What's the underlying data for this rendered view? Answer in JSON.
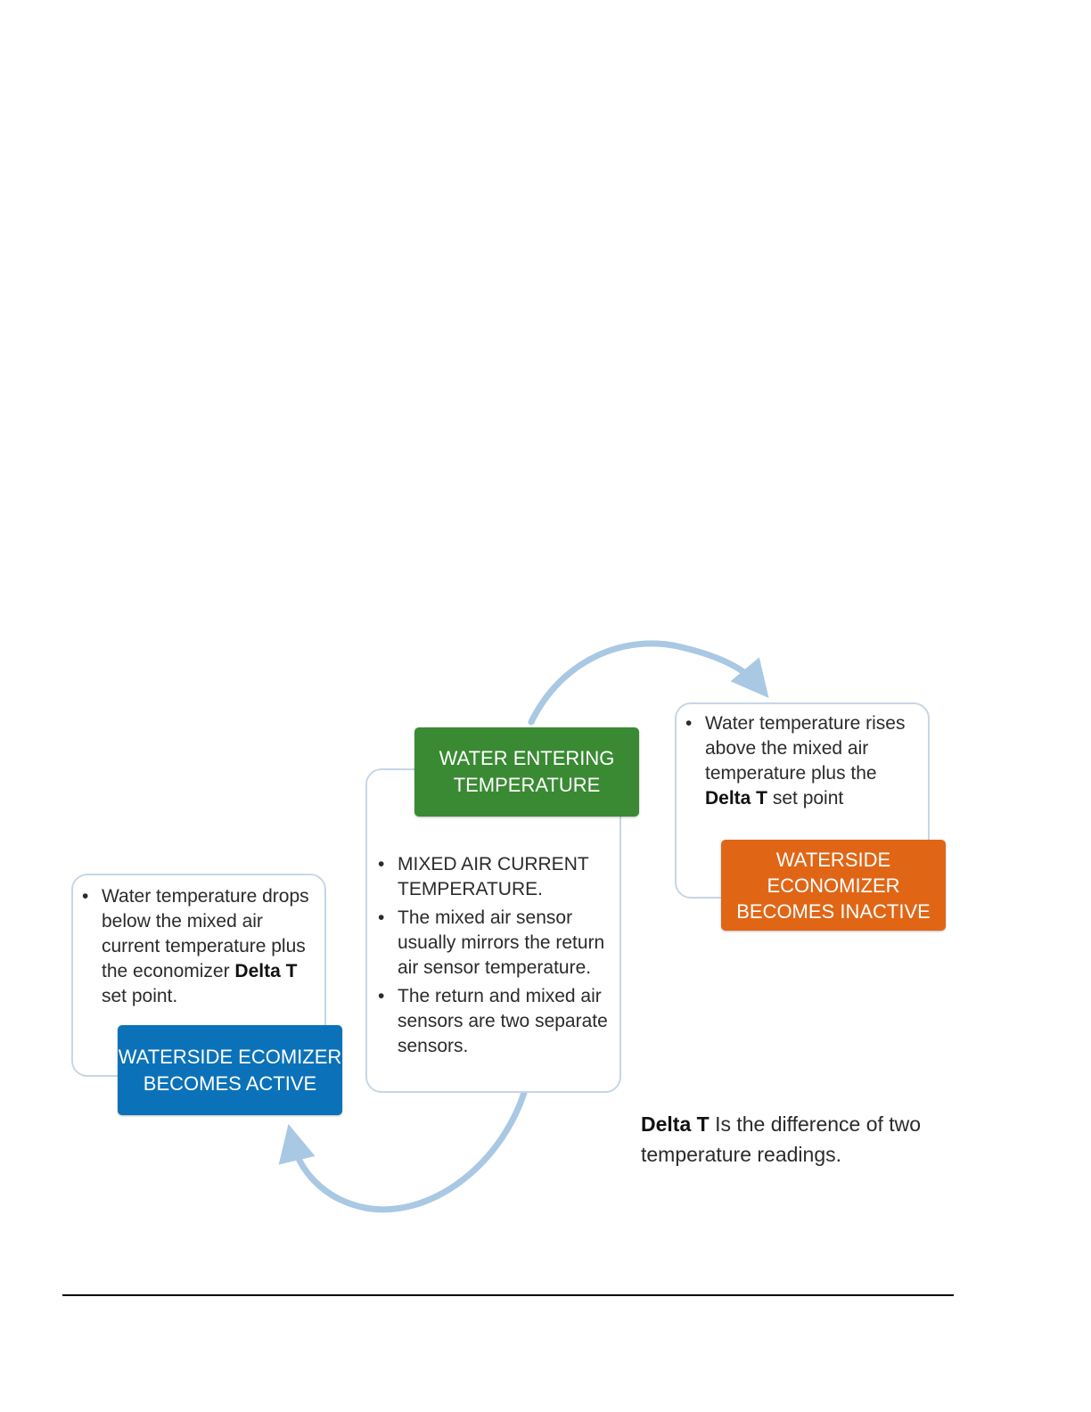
{
  "colors": {
    "arrow": "#a9c8e3",
    "card_border": "#c6d6e6",
    "active_box": "#0b72b9",
    "water_box": "#3a8a34",
    "inactive_box": "#e06616"
  },
  "icons": {
    "top_arrow": "curved-arrow-right",
    "bottom_arrow": "curved-arrow-left"
  },
  "left_card": {
    "text_before": "Water temperature drops below the mixed air current temperature plus the economizer",
    "bold": "Delta T",
    "text_after": " set point."
  },
  "active_box": {
    "line1": "WATERSIDE ECOMIZER",
    "line2": "BECOMES ACTIVE"
  },
  "center_box": {
    "line1": "WATER ENTERING",
    "line2": "TEMPERATURE"
  },
  "center_card": {
    "bullets": [
      "MIXED AIR CURRENT TEMPERATURE.",
      "The mixed air sensor usually mirrors the return air sensor temperature.",
      "The return and mixed air sensors are two separate sensors."
    ]
  },
  "right_card": {
    "text_before": "Water temperature rises above the mixed air temperature plus the",
    "bold": "Delta T",
    "text_after": " set point"
  },
  "inactive_box": {
    "line1": "WATERSIDE",
    "line2": "ECONOMIZER",
    "line3": "BECOMES INACTIVE"
  },
  "note": {
    "bold": "Delta T",
    "text": " Is the difference of two temperature readings."
  }
}
